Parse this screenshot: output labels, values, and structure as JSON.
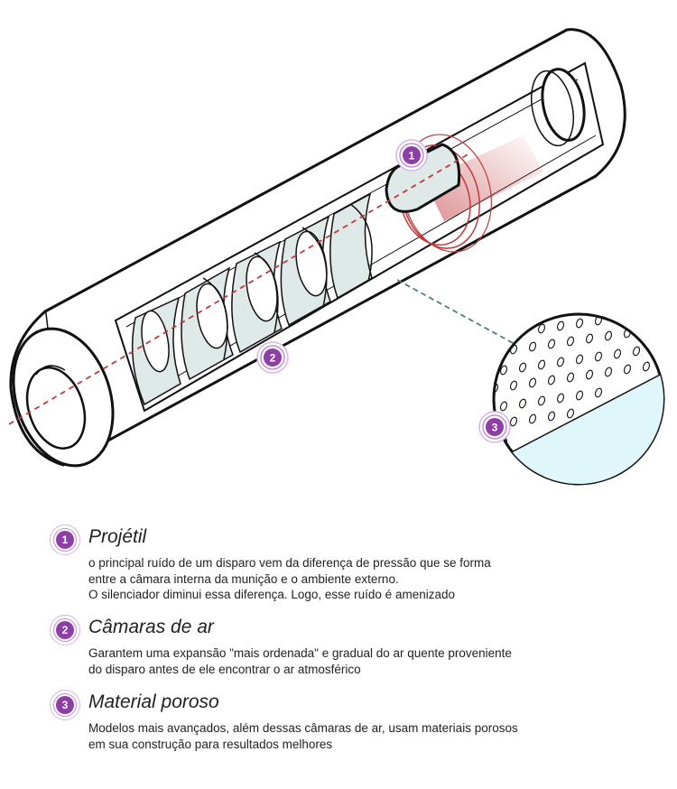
{
  "diagram": {
    "markers": [
      {
        "number": "1"
      },
      {
        "number": "2"
      },
      {
        "number": "3"
      }
    ]
  },
  "legend": [
    {
      "number": "1",
      "title": "Projétil",
      "lines": [
        "o principal ruído de um disparo vem da diferença de pressão que se forma",
        "entre a câmara interna da munição e o ambiente externo.",
        "O silenciador diminui essa diferença. Logo, esse ruído é amenizado"
      ]
    },
    {
      "number": "2",
      "title": "Câmaras de ar",
      "lines": [
        "Garantem uma expansão \"mais ordenada\" e gradual do ar quente proveniente",
        "do disparo antes de ele encontrar o ar atmosférico"
      ]
    },
    {
      "number": "3",
      "title": "Material poroso",
      "lines": [
        "Modelos mais avançados, além dessas câmaras de ar, usam materiais porosos",
        "em sua construção para resultados melhores"
      ]
    }
  ],
  "colors": {
    "accent": "#8e3fa7",
    "outline": "#111111",
    "chamber_fill": "#dfe9e8",
    "pressure_red": "#c0393b",
    "porous_fill": "#dff6fa",
    "leader_line": "#4f7f7a"
  }
}
